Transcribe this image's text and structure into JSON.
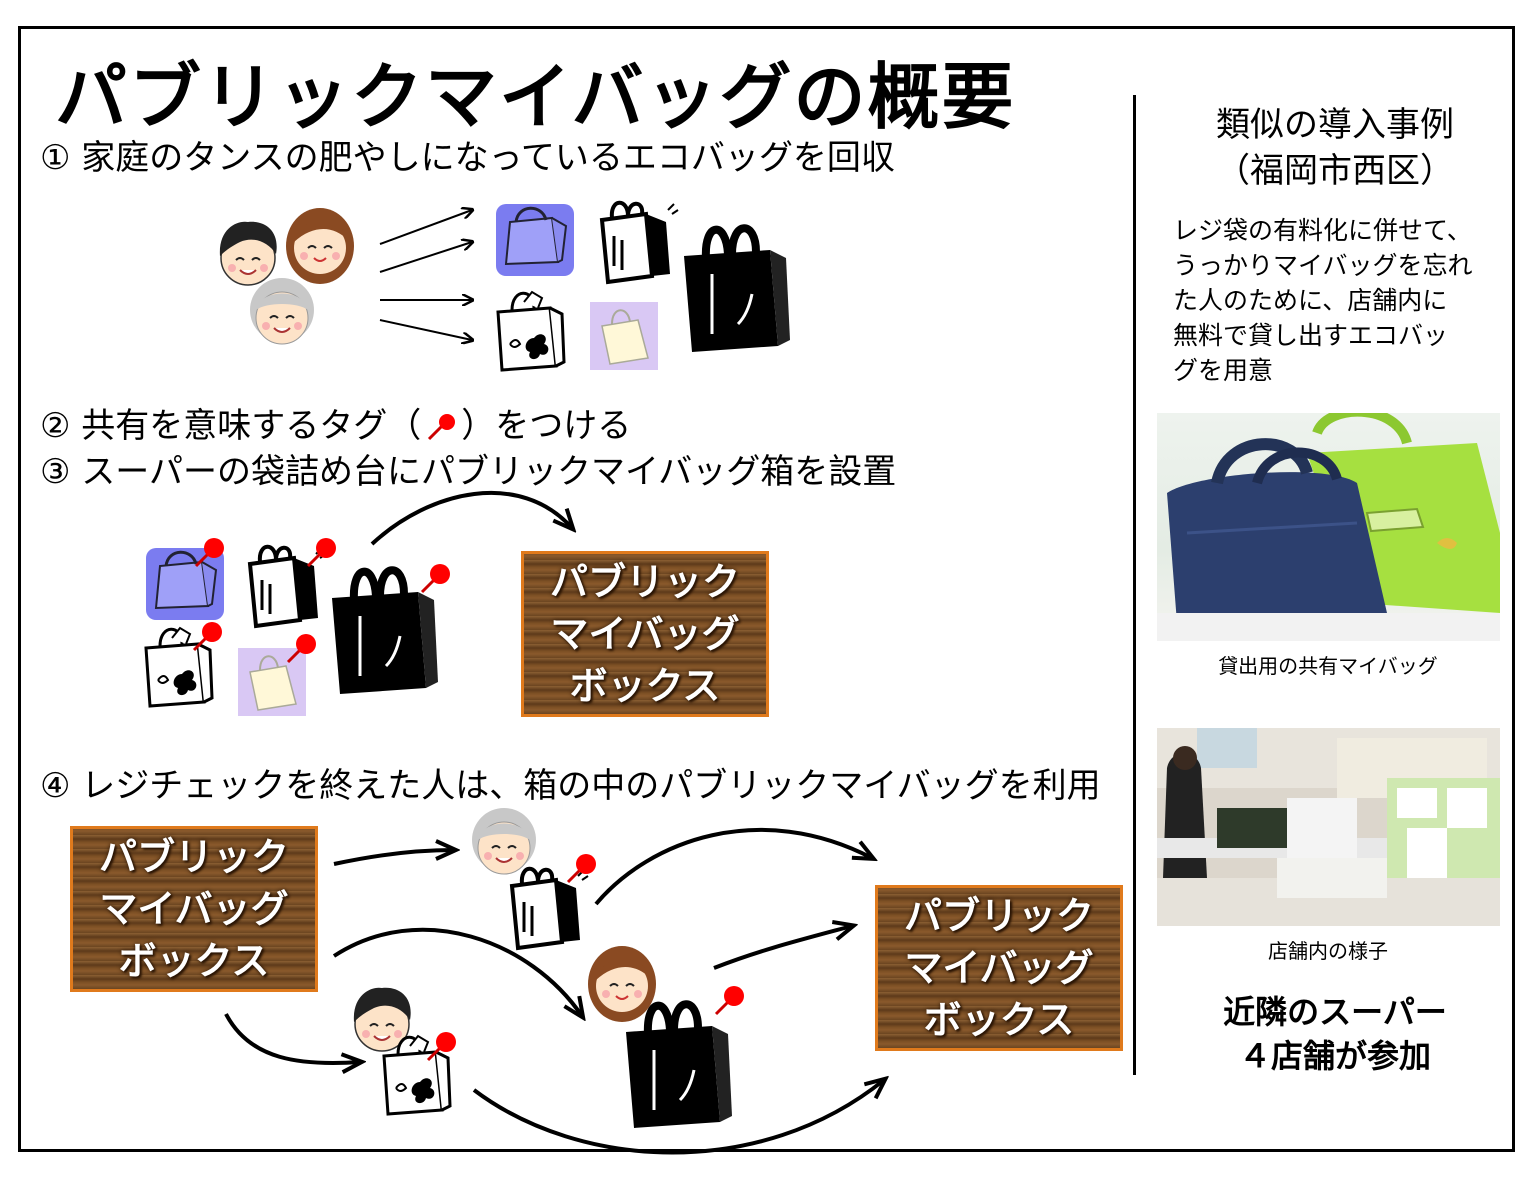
{
  "title": "パブリックマイバッグの概要",
  "steps": [
    "① 家庭のタンスの肥やしになっているエコバッグを回収",
    "② 共有を意味するタグ（",
    "）をつける",
    "③ スーパーの袋詰め台にパブリックマイバッグ箱を設置",
    "④ レジチェックを終えた人は、箱の中のパブリックマイバッグを利用"
  ],
  "box_label": [
    "パブリック",
    "マイバッグ",
    "ボックス"
  ],
  "side": {
    "heading": [
      "類似の導入事例",
      "（福岡市西区）"
    ],
    "text": [
      "レジ袋の有料化に併せて、",
      "うっかりマイバッグを忘れ",
      "た人のために、店舗内に",
      "無料で貸し出すエコバッ",
      "グを用意"
    ],
    "caption1": "貸出用の共有マイバッグ",
    "caption2": "店舗内の様子",
    "footer": [
      "近隣のスーパー",
      "４店舗が参加"
    ]
  },
  "colors": {
    "box_border": "#e07a1c",
    "tag": "#ff0000",
    "bag_blue": "#7b7cf0",
    "bag_lilac": "#d9c8f4"
  }
}
